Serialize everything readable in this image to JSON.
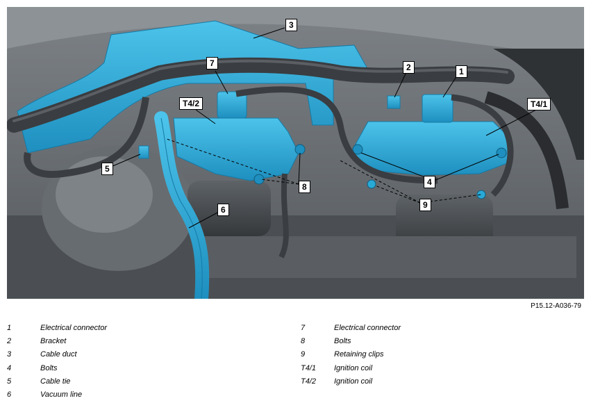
{
  "figure_id": "P15.12-A036-79",
  "callouts": [
    "1",
    "2",
    "3",
    "4",
    "5",
    "6",
    "7",
    "8",
    "9",
    "T4/1",
    "T4/2"
  ],
  "legend_left": [
    {
      "num": "1",
      "text": "Electrical connector"
    },
    {
      "num": "2",
      "text": "Bracket"
    },
    {
      "num": "3",
      "text": "Cable duct"
    },
    {
      "num": "4",
      "text": "Bolts"
    },
    {
      "num": "5",
      "text": "Cable tie"
    },
    {
      "num": "6",
      "text": "Vacuum line"
    }
  ],
  "legend_right": [
    {
      "num": "7",
      "text": "Electrical connector"
    },
    {
      "num": "8",
      "text": "Bolts"
    },
    {
      "num": "9",
      "text": "Retaining clips"
    },
    {
      "num": "T4/1",
      "text": "Ignition coil"
    },
    {
      "num": "T4/2",
      "text": "Ignition coil"
    }
  ],
  "colors": {
    "highlight": "#29a9d6",
    "engine_dark": "#3a3d40",
    "engine_mid": "#6b7075",
    "engine_light": "#a9adb1"
  }
}
